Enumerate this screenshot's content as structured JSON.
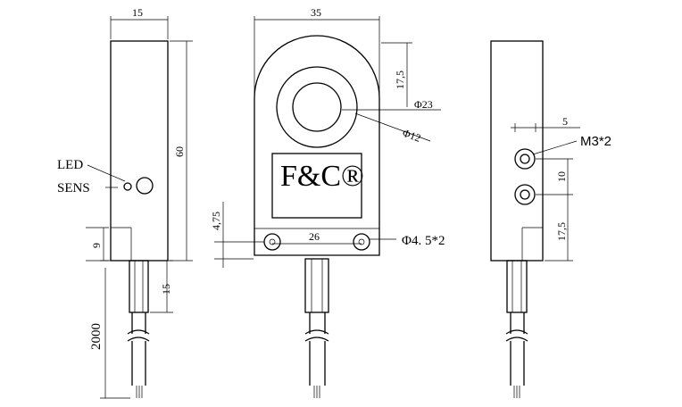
{
  "left_view": {
    "dim_width": "15",
    "dim_height": "60",
    "dim_bottom_block": "9",
    "dim_cable_gap": "15",
    "dim_cable_length": "2000",
    "label_led": "LED",
    "label_sens": "SENS"
  },
  "front_view": {
    "dim_width": "35",
    "dim_half_height": "17,5",
    "dim_outer_diameter": "Φ23",
    "dim_inner_diameter": "Φ12",
    "dim_hole_offset": "4,75",
    "dim_hole_spacing": "26",
    "label_holes": "Φ4. 5*2",
    "logo_text": "F&C®"
  },
  "right_view": {
    "dim_offset": "5",
    "label_screws": "M3*2",
    "dim_screw_spacing": "10",
    "dim_bottom": "17,5"
  }
}
